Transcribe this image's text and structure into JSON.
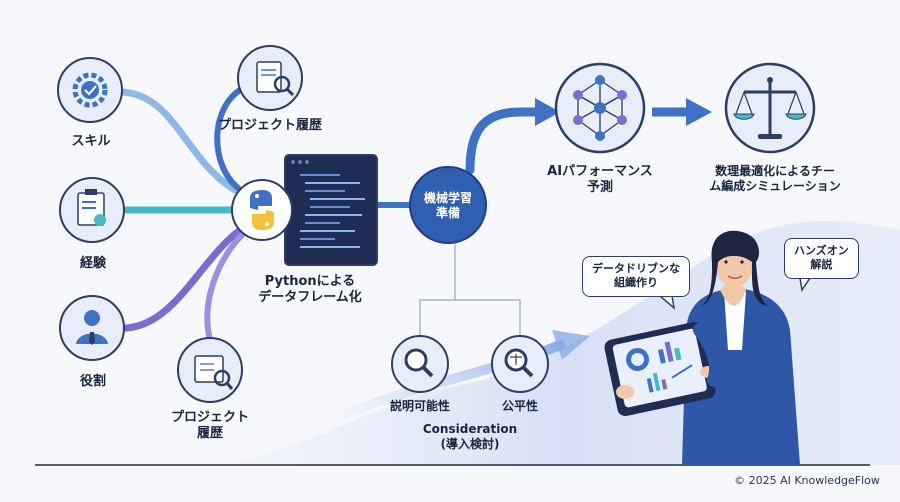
{
  "nodes": {
    "skill": "スキル",
    "experience": "経験",
    "role": "役割",
    "project_top": "プロジェクト履歴",
    "project_bottom_line1": "プロジェクト",
    "project_bottom_line2": "履歴",
    "python_line1": "Pythonによる",
    "python_line2": "データフレーム化",
    "ml_line1": "機械学習",
    "ml_line2": "準備",
    "ai_line1": "AIパフォーマンス",
    "ai_line2": "予測",
    "opt_line1": "数理最適化によるチー",
    "opt_line2": "ム編成シミュレーション",
    "explain": "説明可能性",
    "fairness": "公平性",
    "consideration_line1": "Consideration",
    "consideration_line2": "(導入検討)"
  },
  "bubbles": {
    "data_driven_line1": "データドリブンな",
    "data_driven_line2": "組織作り",
    "handson_line1": "ハンズオン",
    "handson_line2": "解説"
  },
  "footer": {
    "copyright": "© 2025 AI KnowledgeFlow"
  },
  "colors": {
    "navy": "#2c3e66",
    "blue_flow": "#3f72c2",
    "teal_flow": "#4ab8c4",
    "purple_flow": "#7b6cd0",
    "ml_circle": "#2f5fb0",
    "icon_bg": "#e8eef9"
  }
}
